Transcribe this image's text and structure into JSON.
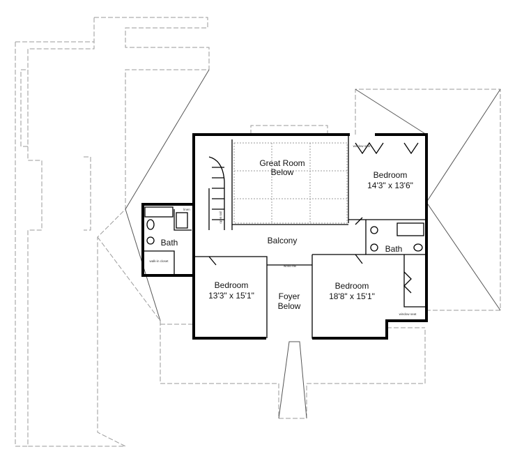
{
  "rooms": {
    "great_room": {
      "line1": "Great Room",
      "line2": "Below"
    },
    "bedroom_ne": {
      "name": "Bedroom",
      "size": "14'3\" x 13'6\""
    },
    "bedroom_sw": {
      "name": "Bedroom",
      "size": "13'3\" x 15'1\""
    },
    "bedroom_se": {
      "name": "Bedroom",
      "size": "18'8\" x 15'1\""
    },
    "foyer": {
      "line1": "Foyer",
      "line2": "Below"
    },
    "balcony": {
      "name": "Balcony"
    },
    "bath_w": {
      "name": "Bath"
    },
    "bath_e": {
      "name": "Bath"
    }
  },
  "notes": {
    "linen": "linen",
    "walk_in_closet": "walk-in closet",
    "window_seat_ne": "window seat",
    "window_seat_se": "window seat",
    "wood_rail": "wood rail",
    "open_rail": "open rail"
  }
}
